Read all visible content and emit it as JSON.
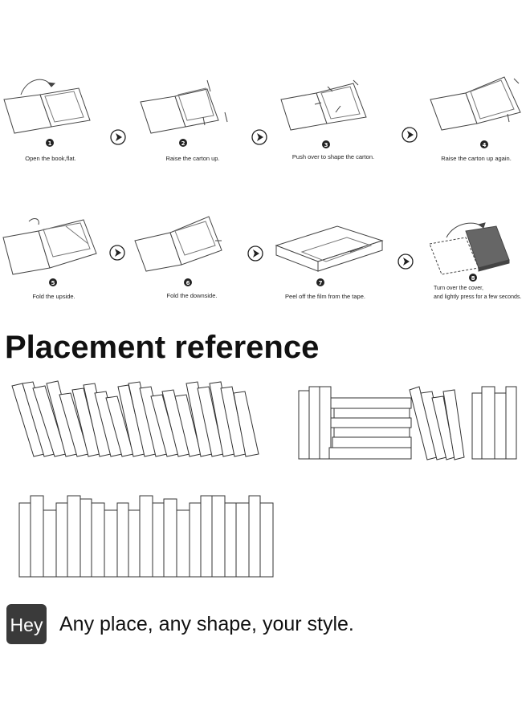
{
  "steps": [
    {
      "num": "1",
      "caption": "Open the book,flat."
    },
    {
      "num": "2",
      "caption": "Raise  the carton up."
    },
    {
      "num": "3",
      "caption": "Push over to shape the carton."
    },
    {
      "num": "4",
      "caption": "Raise the carton up again."
    },
    {
      "num": "5",
      "caption": "Fold the upside."
    },
    {
      "num": "6",
      "caption": "Fold the downside."
    },
    {
      "num": "7",
      "caption": "Peel off the film from the tape."
    },
    {
      "num": "8",
      "caption": "Turn over the cover,",
      "caption2": "and lightly press for a few seconds."
    }
  ],
  "placement_title": "Placement reference",
  "badge_text": "Hey",
  "tagline": "Any place, any shape, your style.",
  "colors": {
    "ink": "#333333",
    "badge": "#3a3a3a",
    "filled_book": "#666666"
  }
}
